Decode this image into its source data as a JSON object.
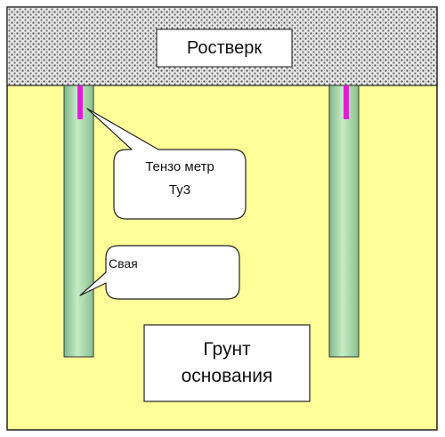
{
  "labels": {
    "rostverk": "Ростверк",
    "tenzometer_line1": "Тензо метр",
    "tenzometer_line2": "Ту3",
    "pile": "Свая",
    "soil_line1": "Грунт",
    "soil_line2": "основания"
  },
  "colors": {
    "soil": "#ffff99",
    "pile": "#a8d8a0",
    "sensor": "#e020d0",
    "rostverk_dots": "#555555",
    "border": "#222222"
  }
}
